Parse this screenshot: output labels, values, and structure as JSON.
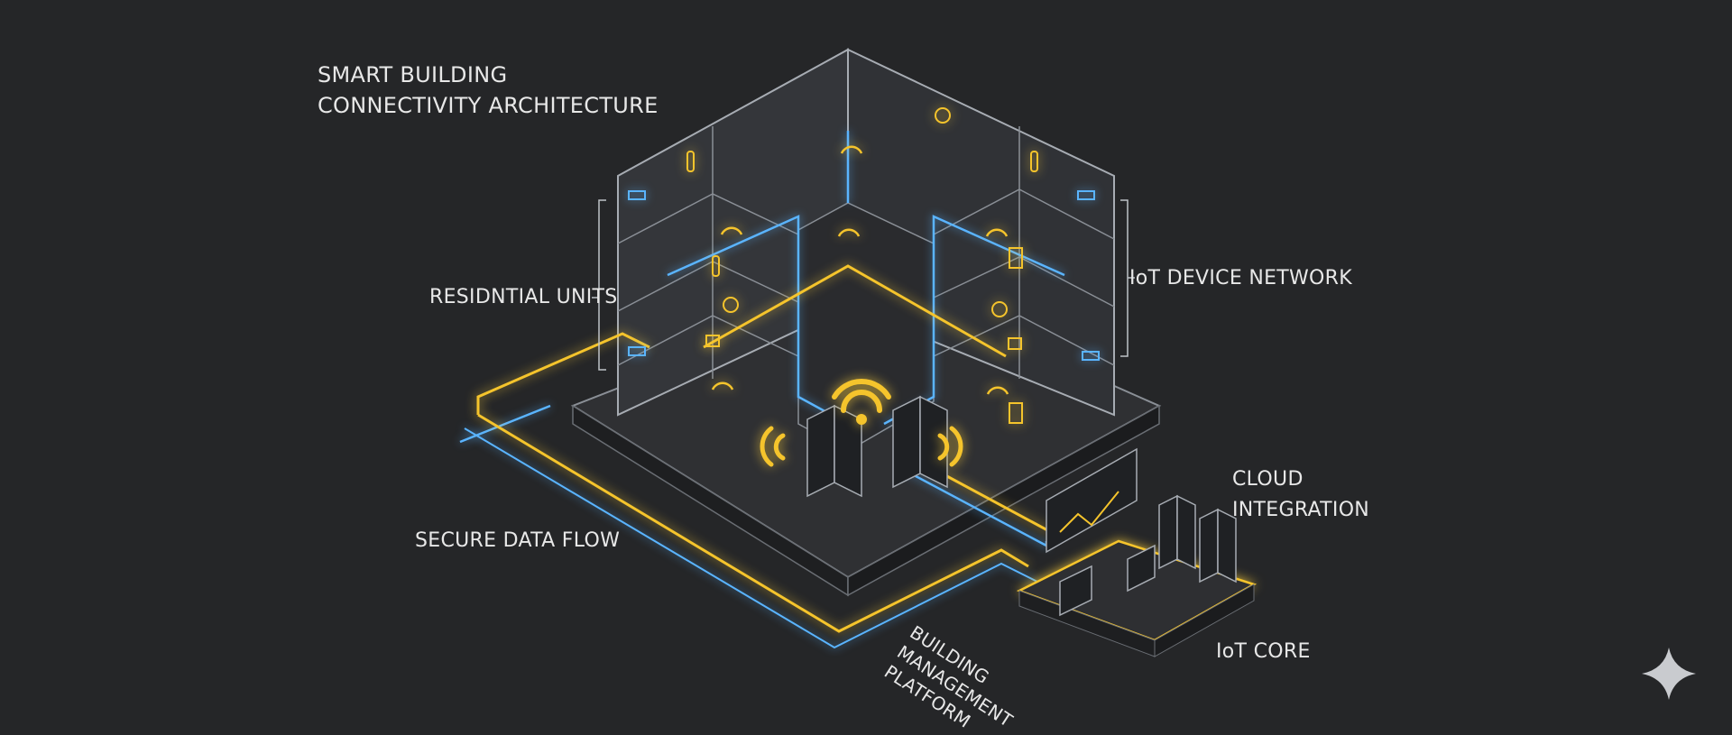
{
  "title": {
    "line1": "SMART BUILDING",
    "line2": "CONNECTIVITY ARCHITECTURE"
  },
  "labels": {
    "residential_units": "RESIDNTIAL UNITS",
    "iot_device_network": "IoT DEVICE NETWORK",
    "cloud_integration": {
      "line1": "CLOUD",
      "line2": "INTEGRATION"
    },
    "secure_data_flow": "SECURE DATA FLOW",
    "building_management_platform": {
      "line1": "BUILDING",
      "line2": "MANAGEMENT",
      "line3": "PLATFORM"
    },
    "iot_core": "IoT CORE"
  },
  "colors": {
    "background": "#252628",
    "accent_yellow": "#f5c42c",
    "accent_blue": "#5ab4ff",
    "outline": "#9aa0a8",
    "label_text": "#e8e8e8"
  }
}
